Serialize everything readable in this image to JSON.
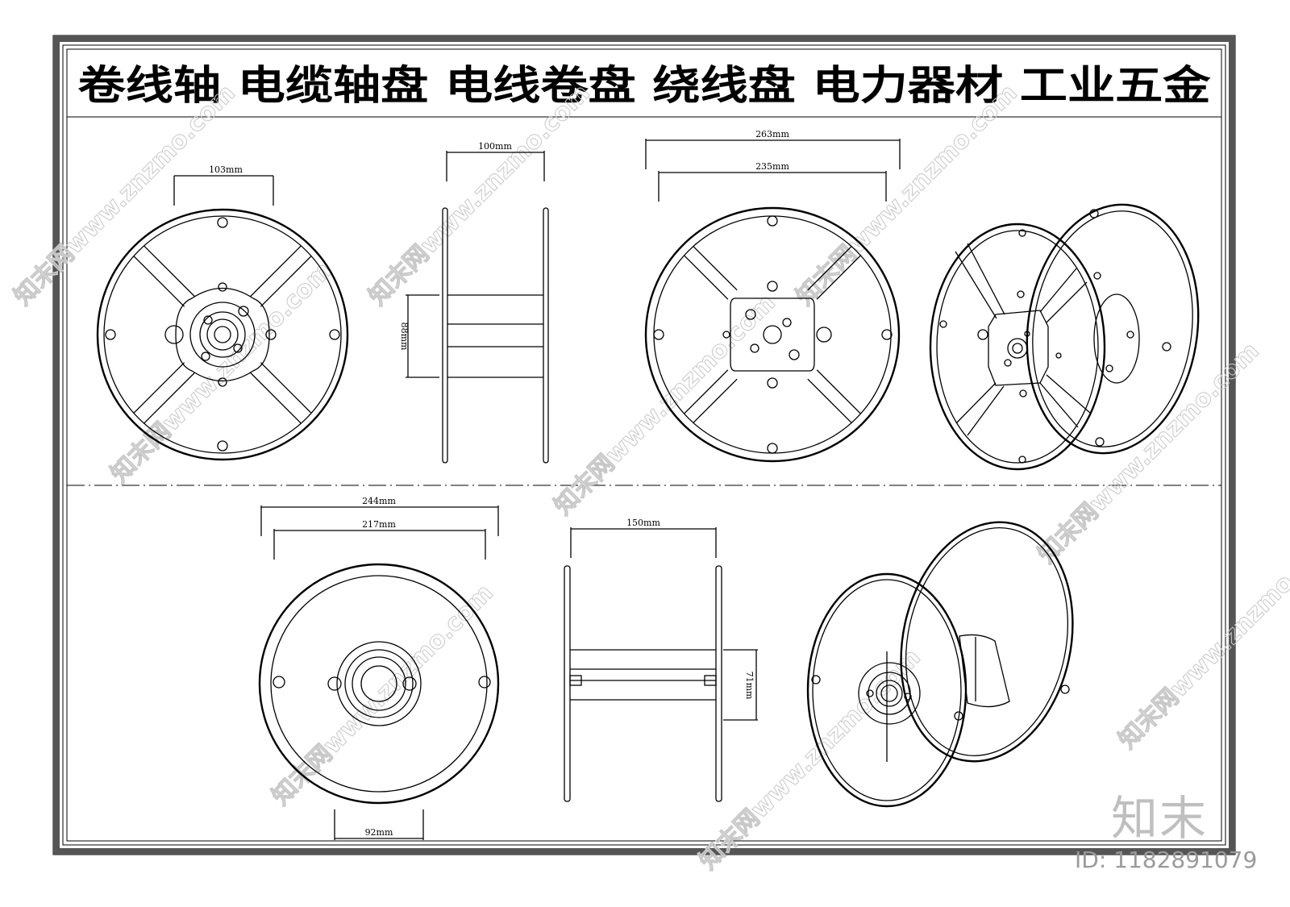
{
  "title": "卷线轴  电缆轴盘  电线卷盘  绕线盘  电力器材  工业五金",
  "watermark": {
    "site": "www.znzmo.com",
    "brand": "知末网",
    "brand_short": "知末",
    "image_id": "ID: 1182891079"
  },
  "views": {
    "reel_a_front": {
      "width_dim": "103mm"
    },
    "reel_a_side": {
      "width_dim": "100mm",
      "height_dim": "88mm"
    },
    "reel_b_front": {
      "outer_dim": "263mm",
      "inner_dim": "235mm"
    },
    "reel_b_iso": {},
    "reel_c_front": {
      "outer_dim": "244mm",
      "inner_dim": "217mm",
      "hub_dim": "92mm"
    },
    "reel_c_side": {
      "width_dim": "150mm",
      "height_dim": "71mm"
    },
    "reel_c_iso": {}
  },
  "colors": {
    "line": "#000000",
    "frame": "#555555",
    "watermark": "#c8c8c8"
  }
}
